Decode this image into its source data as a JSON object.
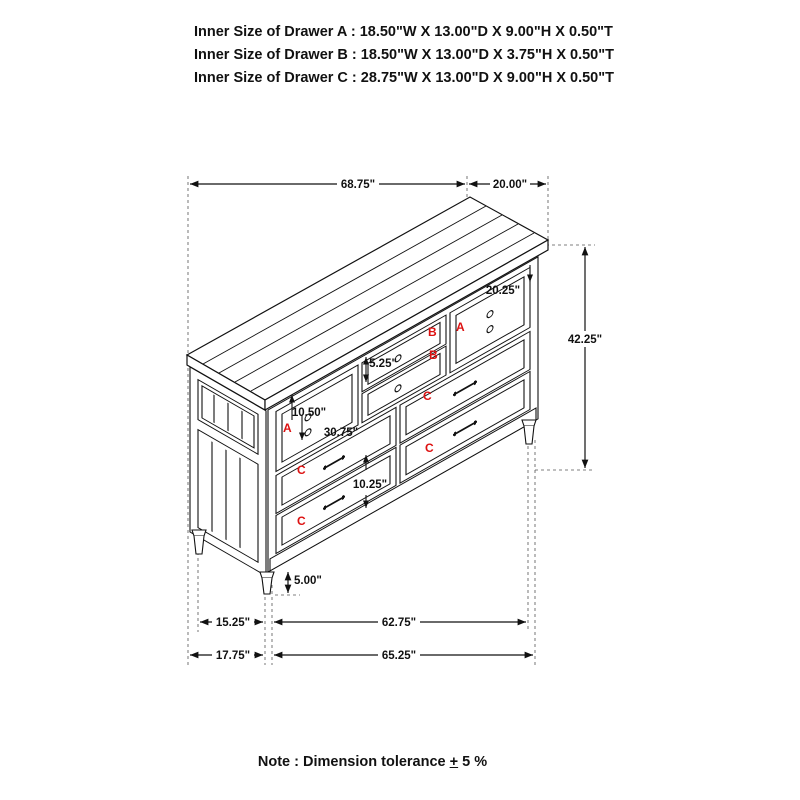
{
  "specs": [
    "Inner Size of Drawer A : 18.50\"W X 13.00\"D X 9.00\"H X 0.50\"T",
    "Inner Size of Drawer B : 18.50\"W X 13.00\"D X 3.75\"H X 0.50\"T",
    "Inner Size of Drawer C : 28.75\"W X 13.00\"D X 9.00\"H X 0.50\"T"
  ],
  "dimensions": {
    "width": "68.75\"",
    "depth": "20.00\"",
    "height": "42.25\"",
    "drawer_a_width": "20.25\"",
    "drawer_b_height": "5.25\"",
    "drawer_a_height": "10.50\"",
    "drawer_c_width": "30.75\"",
    "drawer_c_height": "10.25\"",
    "leg_height": "5.00\"",
    "inner_side_depth": "15.25\"",
    "inner_front_width": "62.75\"",
    "outer_side_depth": "17.75\"",
    "outer_front_width": "65.25\""
  },
  "drawer_labels": {
    "a": "A",
    "b": "B",
    "c": "C"
  },
  "note": {
    "prefix": "Note : Dimension tolerance ",
    "pm": "+",
    "suffix": " 5 %"
  },
  "colors": {
    "line": "#111111",
    "label": "#dd1111"
  }
}
